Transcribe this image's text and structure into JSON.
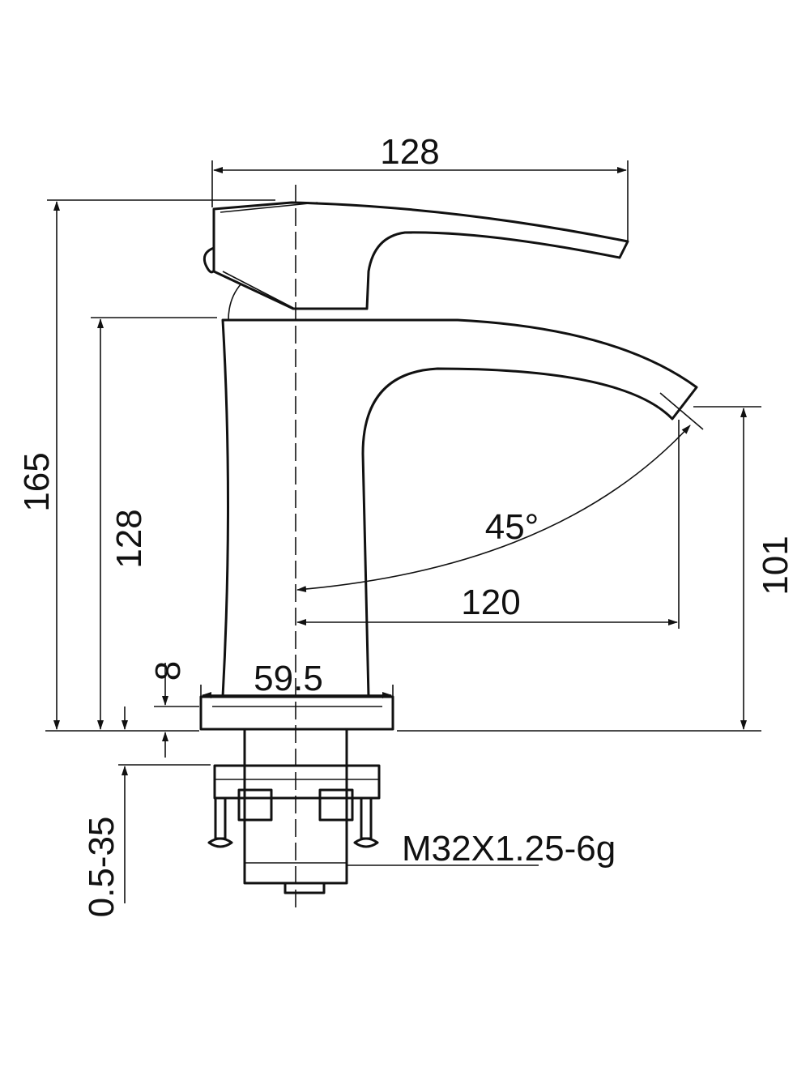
{
  "drawing": {
    "dimensions": {
      "handle_length": "128",
      "total_height": "165",
      "body_height": "128",
      "spout_height": "101",
      "spout_reach": "120",
      "spout_angle": "45°",
      "base_width": "59.5",
      "base_thickness": "8",
      "mount_thickness": "0.5-35",
      "thread_spec": "M32X1.25-6g"
    }
  }
}
